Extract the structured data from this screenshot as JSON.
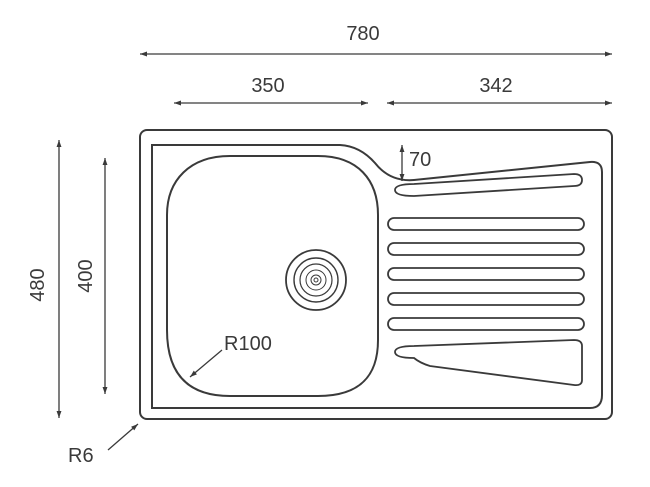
{
  "dimensions": {
    "overall_width": "780",
    "bowl_width": "350",
    "drainer_width": "342",
    "overall_depth": "480",
    "bowl_depth": "400",
    "drainer_offset": "70",
    "bowl_radius": "R100",
    "corner_radius": "R6"
  },
  "colors": {
    "line": "#3a3a3a",
    "background": "#ffffff"
  },
  "drainer": {
    "groove_count": 7
  }
}
